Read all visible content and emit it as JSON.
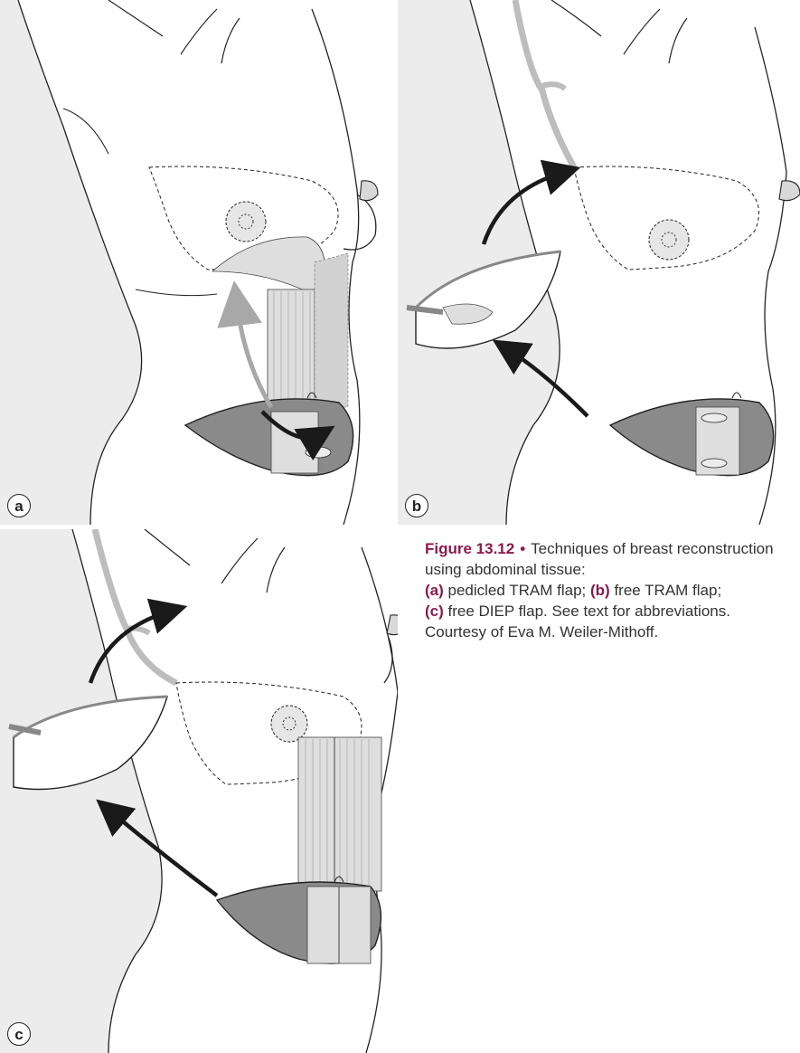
{
  "panels": {
    "a": {
      "label": "a"
    },
    "b": {
      "label": "b"
    },
    "c": {
      "label": "c"
    }
  },
  "caption": {
    "figure_label": "Figure 13.12",
    "bullet": "•",
    "intro": "Techniques of breast reconstruction using abdominal tissue:",
    "items": [
      {
        "label": "(a)",
        "text": " pedicled TRAM flap; "
      },
      {
        "label": "(b)",
        "text": " free TRAM flap; "
      },
      {
        "label": "(c)",
        "text": " free DIEP flap. See text for abbreviations. Courtesy of Eva M. Weiler-Mithoff."
      }
    ]
  },
  "colors": {
    "body_shade": "#ececec",
    "outline": "#222222",
    "flap_dark": "#8a8a8a",
    "muscle": "#dedede",
    "pedicle_arrow": "#a8a8a8",
    "arrow": "#1a1a1a",
    "caption_accent": "#8b1a4a"
  }
}
